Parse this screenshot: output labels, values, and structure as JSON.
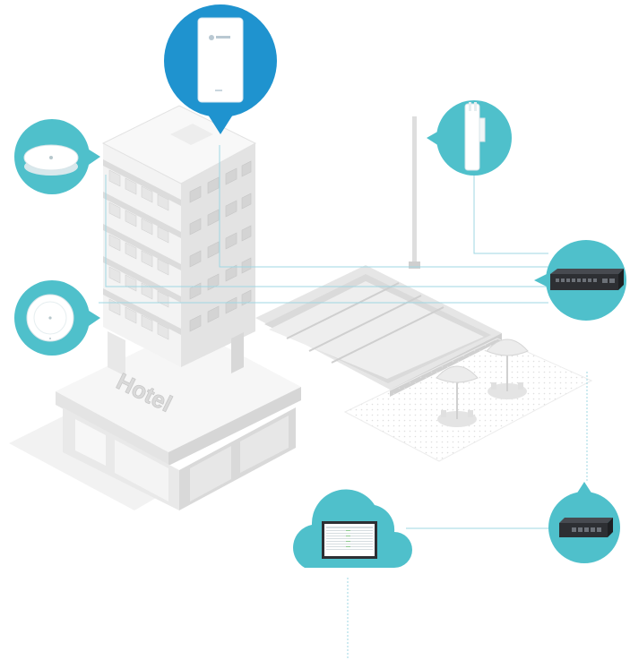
{
  "scene": {
    "building_sign": "Hotel"
  },
  "colors": {
    "teal": "#4fc0cb",
    "blue": "#1f93cf",
    "connector_line": "#9fd7e3",
    "building_light": "#f4f4f4",
    "building_mid": "#e2e2e2",
    "building_dark": "#cdcdcd",
    "device_dark": "#2d2f33"
  },
  "devices": [
    {
      "id": "wall-plate-ap",
      "icon": "wall-plate-access-point-icon"
    },
    {
      "id": "ceiling-ap-large",
      "icon": "ceiling-access-point-icon"
    },
    {
      "id": "ceiling-ap-small",
      "icon": "ceiling-access-point-icon"
    },
    {
      "id": "outdoor-ap",
      "icon": "outdoor-access-point-icon"
    },
    {
      "id": "poe-switch",
      "icon": "poe-switch-icon"
    },
    {
      "id": "router",
      "icon": "router-icon"
    },
    {
      "id": "cloud-controller",
      "icon": "cloud-controller-icon"
    }
  ]
}
